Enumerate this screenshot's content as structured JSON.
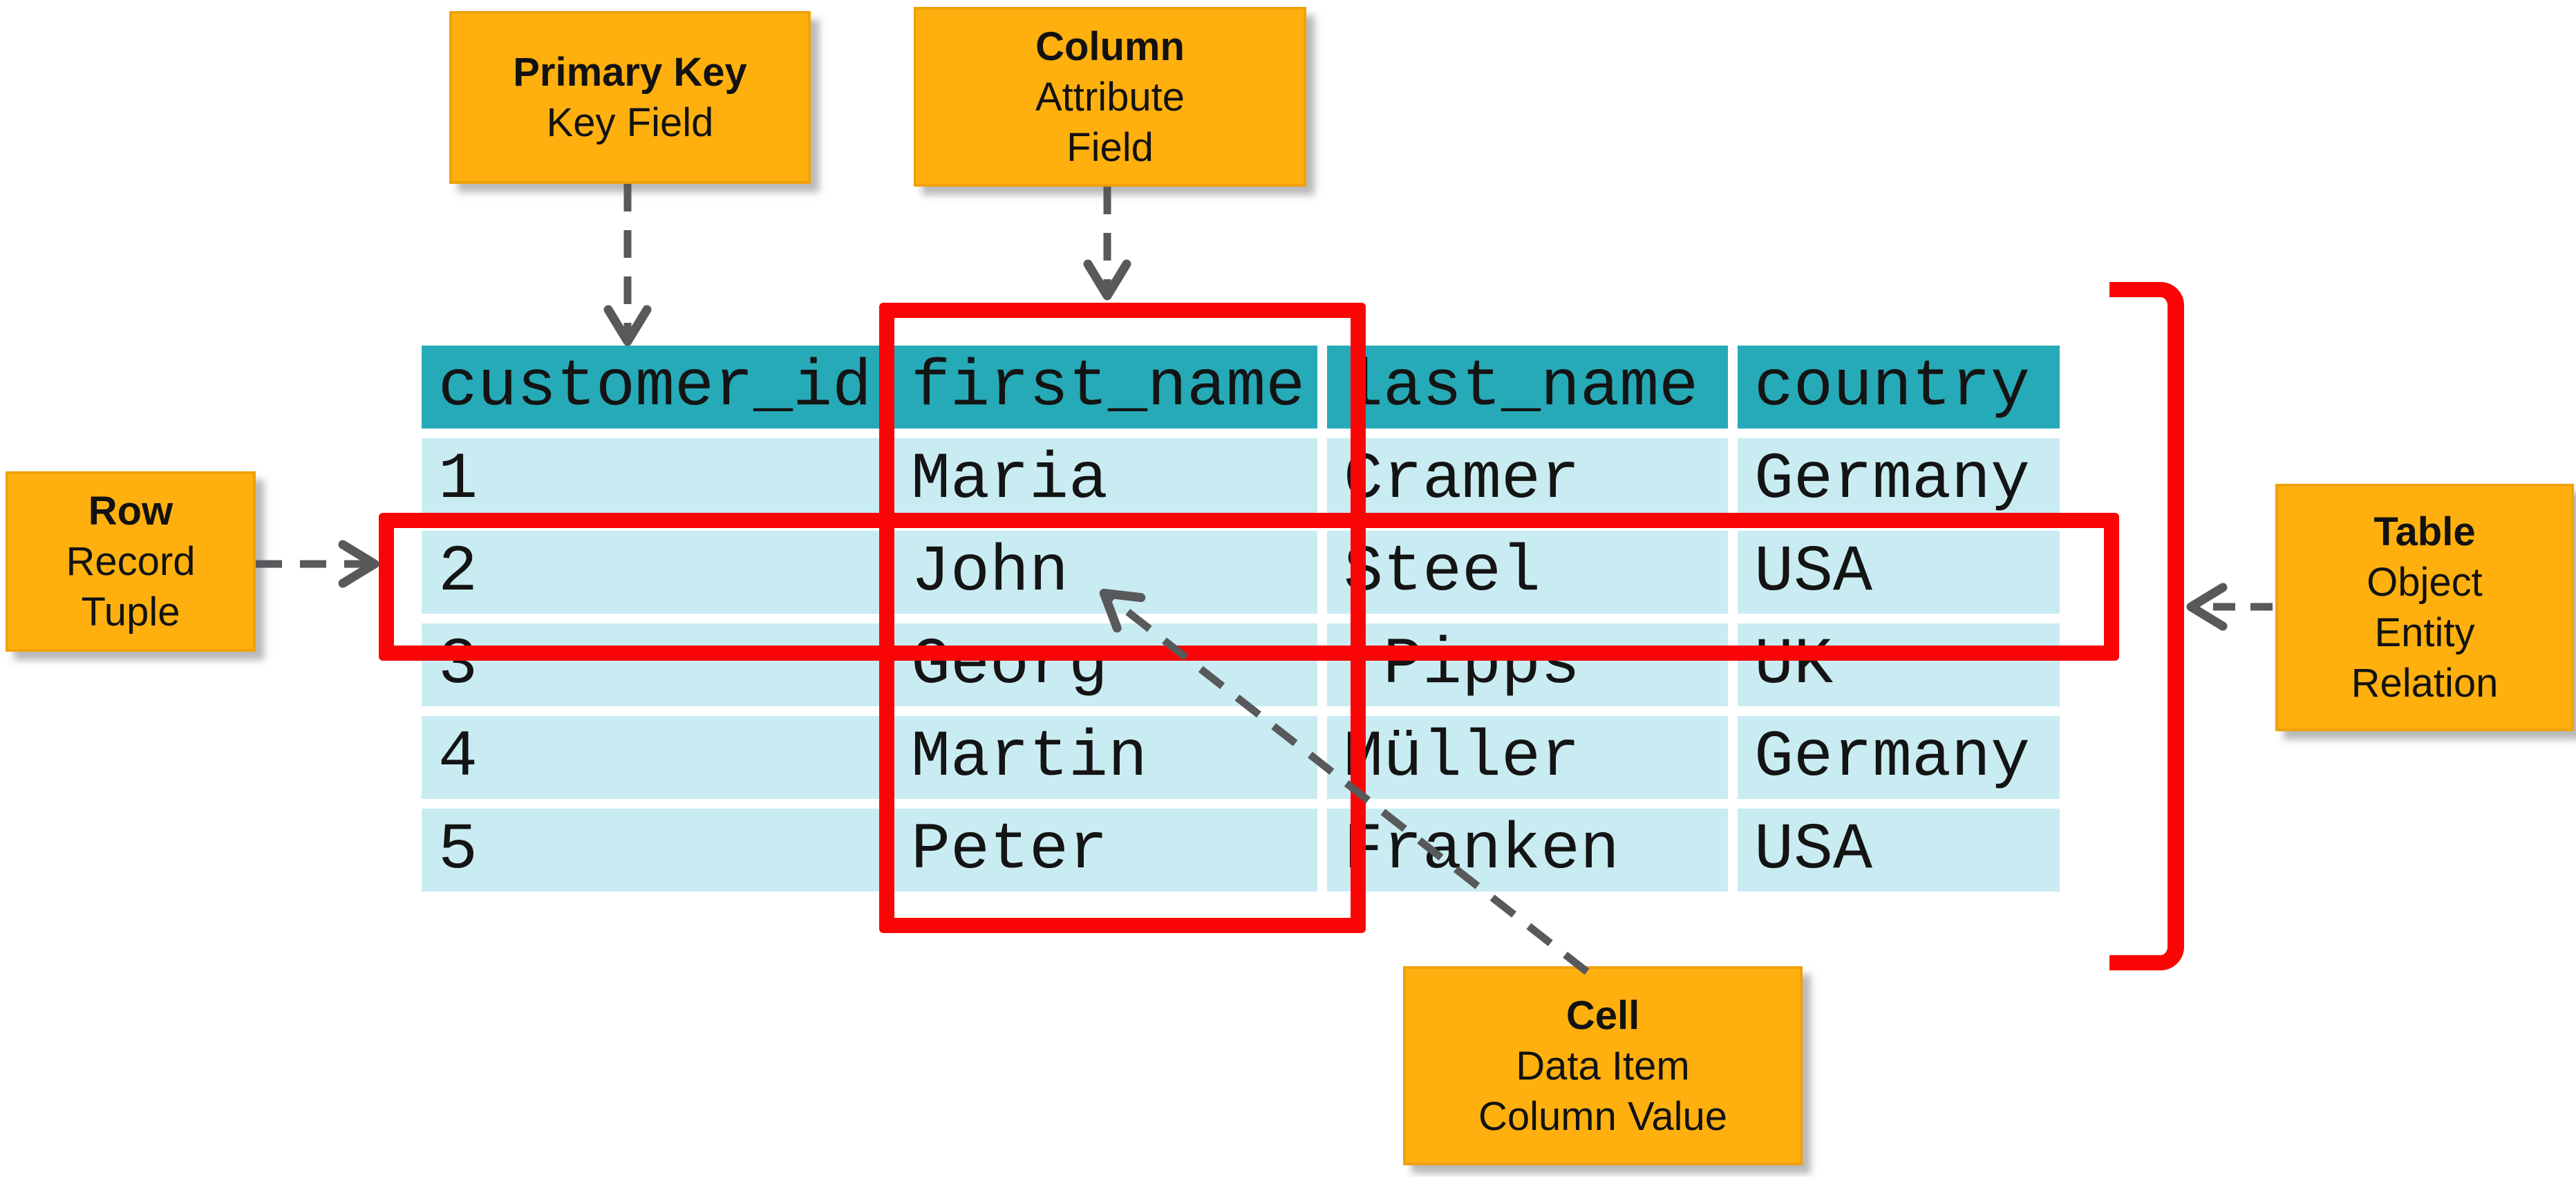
{
  "callouts": {
    "primary_key": {
      "title": "Primary Key",
      "lines": [
        "Key Field"
      ]
    },
    "column": {
      "title": "Column",
      "lines": [
        "Attribute",
        "Field"
      ]
    },
    "row": {
      "title": "Row",
      "lines": [
        "Record",
        "Tuple"
      ]
    },
    "table": {
      "title": "Table",
      "lines": [
        "Object",
        "Entity",
        "Relation"
      ]
    },
    "cell": {
      "title": "Cell",
      "lines": [
        "Data Item",
        "Column Value"
      ]
    }
  },
  "table": {
    "headers": [
      "customer_id",
      "first_name",
      "last_name",
      "country"
    ],
    "rows": [
      [
        "1",
        "Maria",
        "Cramer",
        "Germany"
      ],
      [
        "2",
        "John",
        "Steel",
        "USA"
      ],
      [
        "3",
        "Georg",
        " Pipps",
        "UK"
      ],
      [
        "4",
        "Martin",
        "Müller",
        "Germany"
      ],
      [
        "5",
        "Peter",
        "Franken",
        "USA"
      ]
    ]
  },
  "colors": {
    "callout_orange": "#FFB00E",
    "callout_border": "#F0A108",
    "header_teal": "#26AAB8",
    "row_light_blue": "#C9ECF2",
    "highlight_red": "#FA0505",
    "arrow_gray": "#58595B",
    "text_black": "#141414"
  }
}
